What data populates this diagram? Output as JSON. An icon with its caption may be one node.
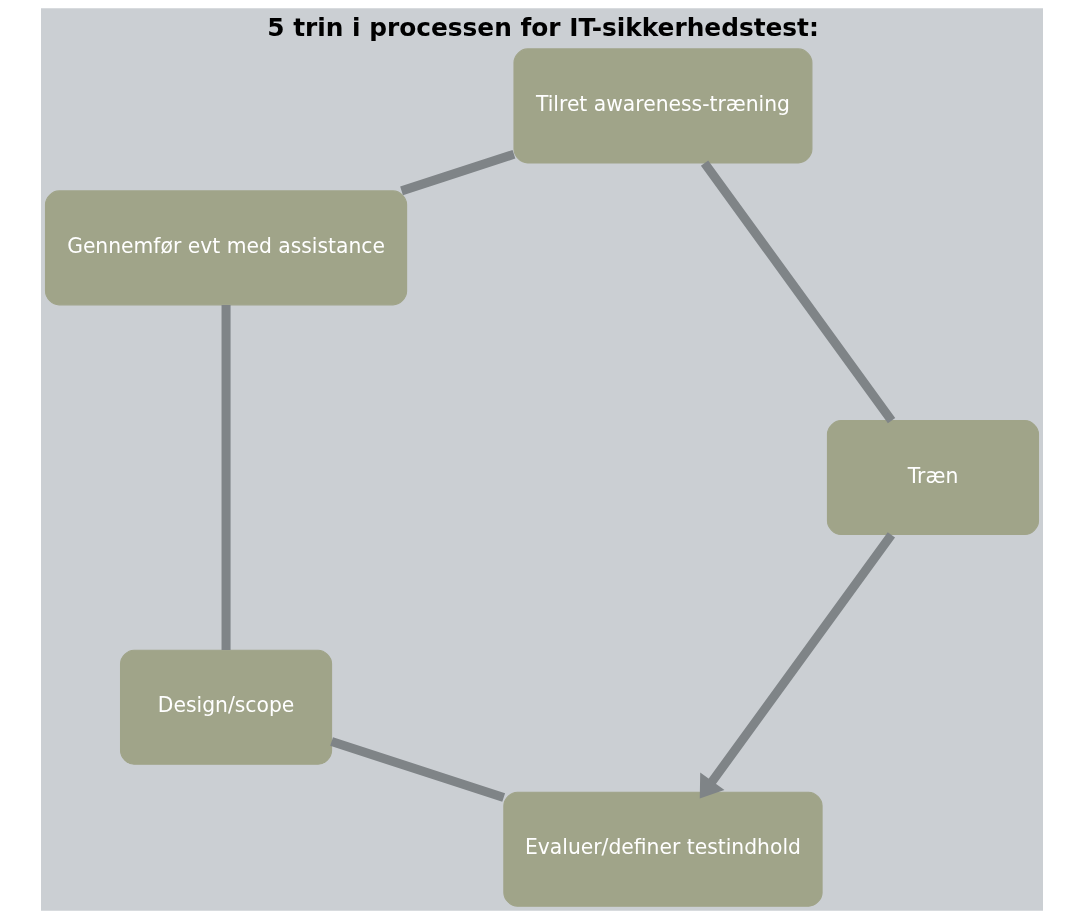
{
  "diagram": {
    "title": "5 trin i processen for IT-sikkerhedstest:",
    "nodes": [
      {
        "text": [
          "Evaluer/definer testindhold"
        ]
      },
      {
        "text": [
          "Design/scope"
        ]
      },
      {
        "text": [
          "Gennemfør evt med assistance"
        ]
      },
      {
        "text": [
          "Tilret awareness-træning"
        ]
      },
      {
        "text": [
          "Træn"
        ]
      }
    ],
    "edges": [
      {
        "from": 0,
        "to": 1,
        "arrow": "none"
      },
      {
        "from": 1,
        "to": 2,
        "arrow": "none"
      },
      {
        "from": 2,
        "to": 3,
        "arrow": "none"
      },
      {
        "from": 3,
        "to": 4,
        "arrow": "none"
      },
      {
        "from": 4,
        "to": 0,
        "arrow": "to"
      }
    ]
  }
}
